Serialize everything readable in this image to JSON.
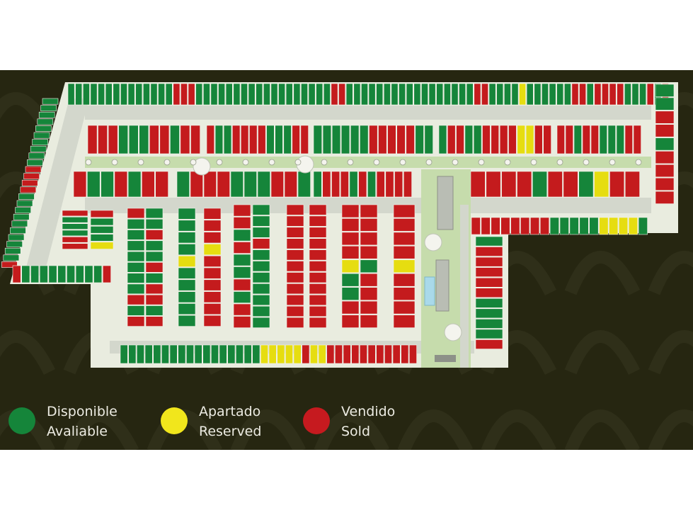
{
  "map": {
    "status_colors": {
      "available": "#15853a",
      "reserved": "#e6dd10",
      "sold": "#c41b1d"
    },
    "ground_color": "#e9ecdf",
    "road_color": "#d3d7cc",
    "green_area_color": "#c6dcac",
    "background_color": "#262611",
    "lot_blocks": [
      {
        "id": "top-row",
        "dir": "h",
        "statuses": "ggggggggggggggrrrggggggggggggggggggrrgggggggggggggggggrrggggyggggggrrgrrrrgggrgr"
      },
      {
        "id": "row2-a",
        "dir": "h",
        "statuses": "rrrgggrrgrr"
      },
      {
        "id": "row2-b",
        "dir": "h",
        "statuses": "rggrrrrgggrr"
      },
      {
        "id": "row2-c",
        "dir": "h",
        "statuses": "ggggggrrrrrgg"
      },
      {
        "id": "row2-d",
        "dir": "h",
        "statuses": "grrggrrrryyrr"
      },
      {
        "id": "row2-e",
        "dir": "h",
        "statuses": "rrgrrgggrr"
      },
      {
        "id": "row3-a",
        "dir": "h",
        "statuses": "rggrgrr"
      },
      {
        "id": "row3-b",
        "dir": "h",
        "statuses": "grrrgggrrg"
      },
      {
        "id": "row3-c",
        "dir": "h",
        "statuses": "grrrgrgrrrr"
      },
      {
        "id": "row3-d",
        "dir": "h",
        "statuses": "rrrrgrrgyrr"
      },
      {
        "id": "mid-strip",
        "dir": "h",
        "statuses": "rrrrrrrrgggggyyyyg"
      },
      {
        "id": "col-a1",
        "dir": "v",
        "statuses": "rgggggggrgr"
      },
      {
        "id": "col-a2",
        "dir": "v",
        "statuses": "ggrggrgrrgr"
      },
      {
        "id": "col-b1",
        "dir": "v",
        "statuses": "ggggyggggg"
      },
      {
        "id": "col-b2",
        "dir": "v",
        "statuses": "rrryrrrrrr"
      },
      {
        "id": "col-c1",
        "dir": "v",
        "statuses": "rrgrggrgrr"
      },
      {
        "id": "col-c2",
        "dir": "v",
        "statuses": "gggrggggggg"
      },
      {
        "id": "col-d1",
        "dir": "v",
        "statuses": "rrrrrrrrrrr"
      },
      {
        "id": "col-d2",
        "dir": "v",
        "statuses": "rrrrrrrrrrr"
      },
      {
        "id": "col-e1",
        "dir": "v",
        "statuses": "rrrryggrr"
      },
      {
        "id": "col-e2",
        "dir": "v",
        "statuses": "rrrrgrrrr"
      },
      {
        "id": "col-f1",
        "dir": "v",
        "statuses": "rrrryrrrr"
      },
      {
        "id": "col-right",
        "dir": "v",
        "statuses": "grrrrrggggr"
      },
      {
        "id": "small-block",
        "dir": "v",
        "statuses": "rgggrr"
      },
      {
        "id": "small-block-2",
        "dir": "v",
        "statuses": "rgggy"
      },
      {
        "id": "bottom-row",
        "dir": "h",
        "statuses": "gggggggggggggggggyyyyyryyrrrrrrrrrrr"
      },
      {
        "id": "left-diag",
        "dir": "v",
        "statuses": "ggggggggggrrrrggggggggggr"
      },
      {
        "id": "right-col-outer",
        "dir": "v",
        "statuses": "ggrrgrrrr"
      },
      {
        "id": "bottom-left-row",
        "dir": "h",
        "statuses": "rgggggggggr"
      }
    ]
  },
  "legend": [
    {
      "status": "available",
      "line1": "Disponible",
      "line2": "Avaliable",
      "color": "#15853a"
    },
    {
      "status": "reserved",
      "line1": "Apartado",
      "line2": "Reserved",
      "color": "#f1e61c"
    },
    {
      "status": "sold",
      "line1": "Vendido",
      "line2": "Sold",
      "color": "#c61a1f"
    }
  ]
}
